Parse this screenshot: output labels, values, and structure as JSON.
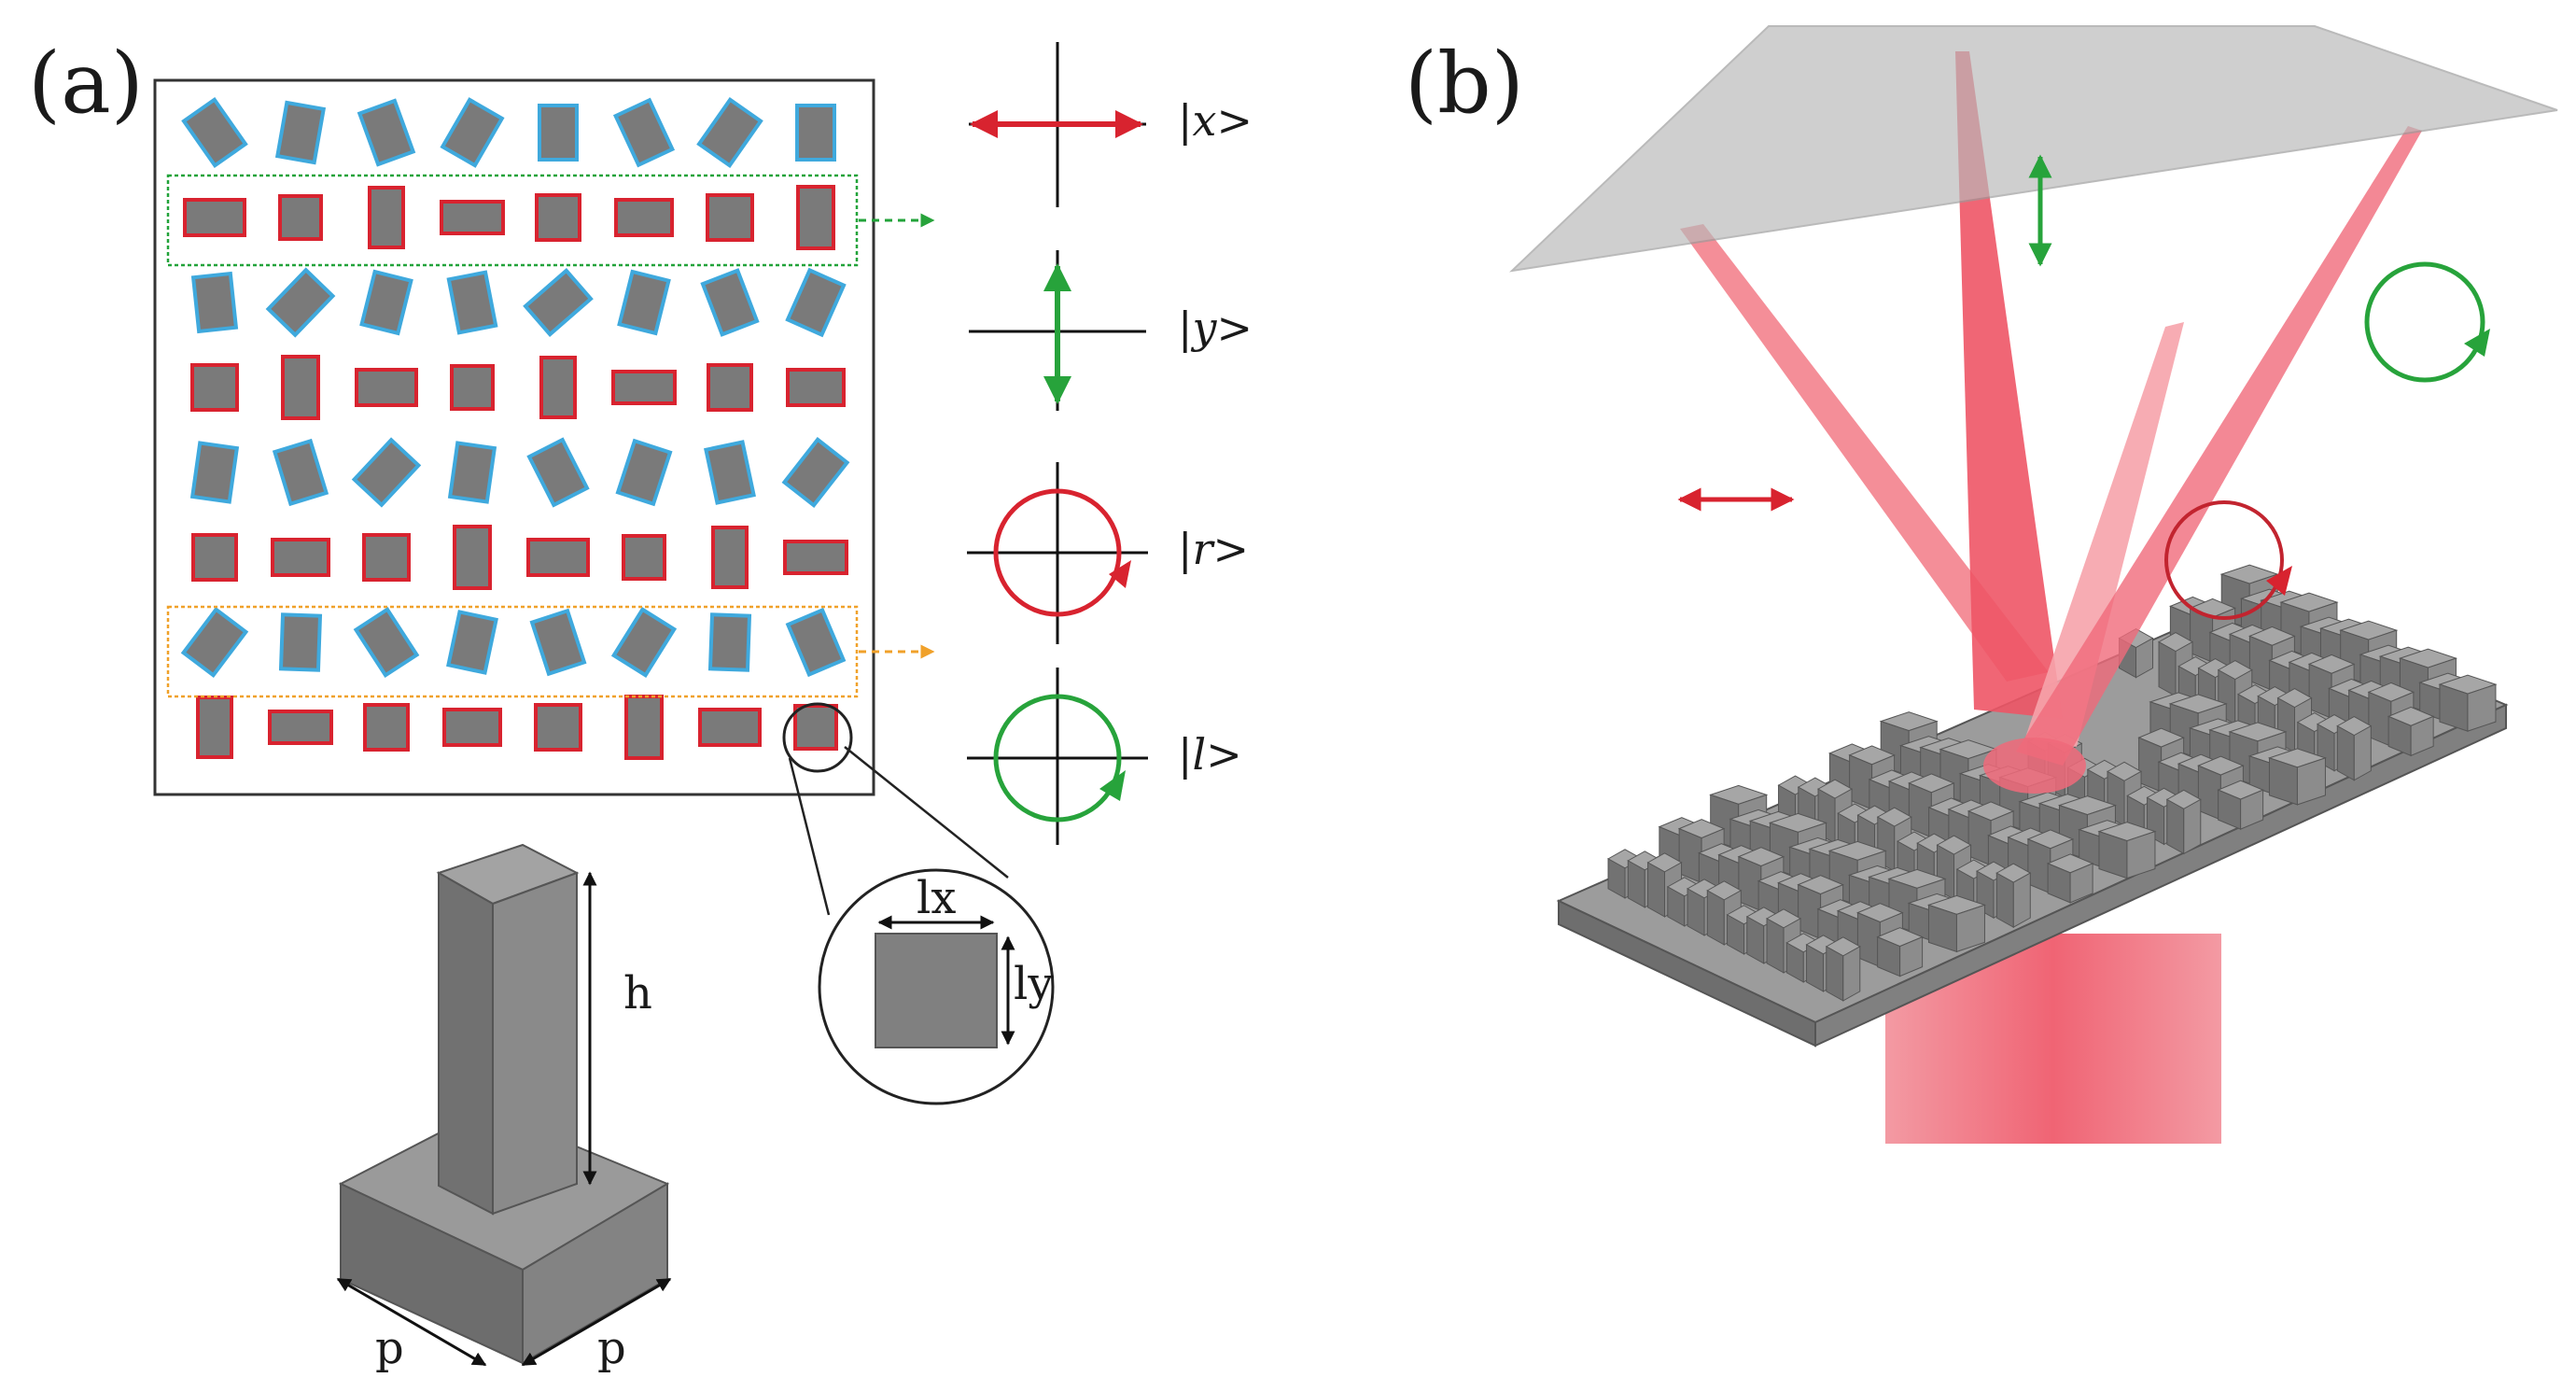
{
  "panel_a": {
    "label": "(a)",
    "states": [
      {
        "ket": "|x>",
        "kind": "linear-horizontal",
        "color": "#d8232f"
      },
      {
        "ket": "|y>",
        "kind": "linear-vertical",
        "color": "#27a33b"
      },
      {
        "ket": "|r>",
        "kind": "circular-right",
        "color": "#d8232f"
      },
      {
        "ket": "|l>",
        "kind": "circular-left",
        "color": "#27a33b"
      }
    ],
    "zoom_labels": {
      "lx": "lx",
      "ly": "ly"
    },
    "pillar_labels": {
      "h": "h",
      "p1": "p",
      "p2": "p"
    },
    "highlight_colors": {
      "row_red": "#22a33a",
      "row_blue": "#f0a12a"
    }
  },
  "panel_b": {
    "label": "(b)",
    "colors": {
      "beam": "#f06070",
      "plane": "#b9b9b9",
      "substrate": "#8a8a8a",
      "red_arrow": "#d8232f",
      "green_arrow": "#27a33b"
    }
  },
  "colors": {
    "pillar_fill": "#7a7a7a",
    "blue_outline": "#3fa9dd",
    "red_outline": "#d8232f"
  }
}
